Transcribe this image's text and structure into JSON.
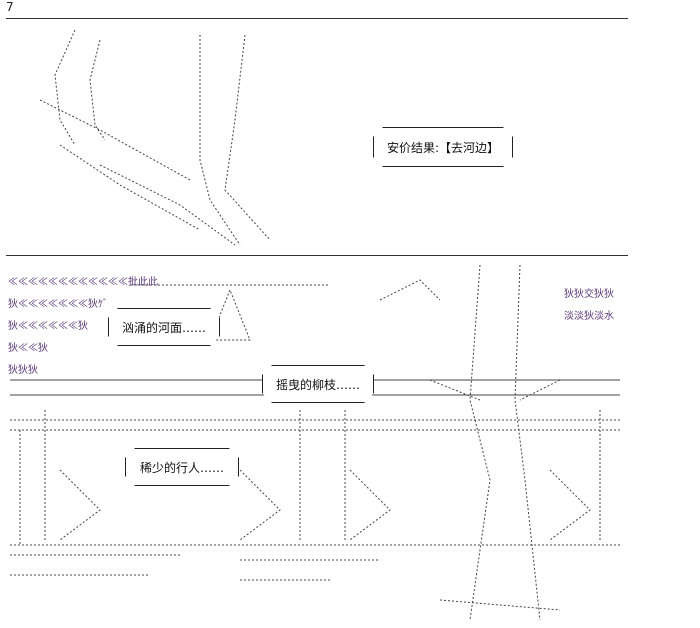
{
  "page_number": "7",
  "panel_top": {
    "bubble_text": "安价结果:【去河边】"
  },
  "panel_bottom": {
    "bubble_1": "汹涌的河面……",
    "bubble_2": "摇曳的柳枝……",
    "bubble_3": "稀少的行人……",
    "aa_left_lines": [
      "≪≪≪≪≪≪≪≪≪≪≪≪批此此",
      "狄≪≪≪≪≪≪≪狄ｹﾞ",
      "狄≪≪≪≪≪≪狄",
      "狄≪≪狄",
      "狄狄狄"
    ],
    "aa_right_lines": [
      "狄狄交狄狄",
      "淡淡狄淡水"
    ]
  }
}
